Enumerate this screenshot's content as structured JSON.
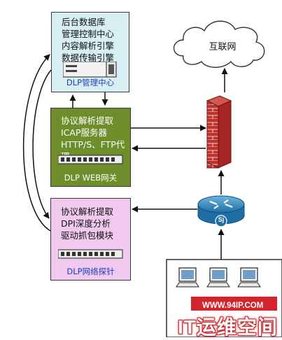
{
  "internet": {
    "label": "互联网"
  },
  "management_center": {
    "lines": [
      "后台数据库",
      "管理控制中心",
      "内容解析引擎",
      "数据传输引擎"
    ],
    "caption": "DLP管理中心"
  },
  "web_gateway": {
    "lines": [
      "协议解析提取",
      "ICAP服务器",
      "HTTP/S、FTP代理"
    ],
    "caption": "DLP WEB网关"
  },
  "network_probe": {
    "lines": [
      "协议解析提取",
      "DPI深度分析",
      "驱动抓包模块"
    ],
    "caption": "DLP网络探针"
  },
  "router": {
    "label": "Sj"
  },
  "watermark": {
    "url": "WWW.94IP.COM",
    "brand": "IT运维空间"
  },
  "colors": {
    "management_bg": "#d7eef3",
    "gateway_bg": "#6e8e2b",
    "probe_bg": "#f2c9ee",
    "caption_blue": "#1b3fbf",
    "watermark_red": "#d2242a",
    "router_blue": "#2e7fb5"
  }
}
